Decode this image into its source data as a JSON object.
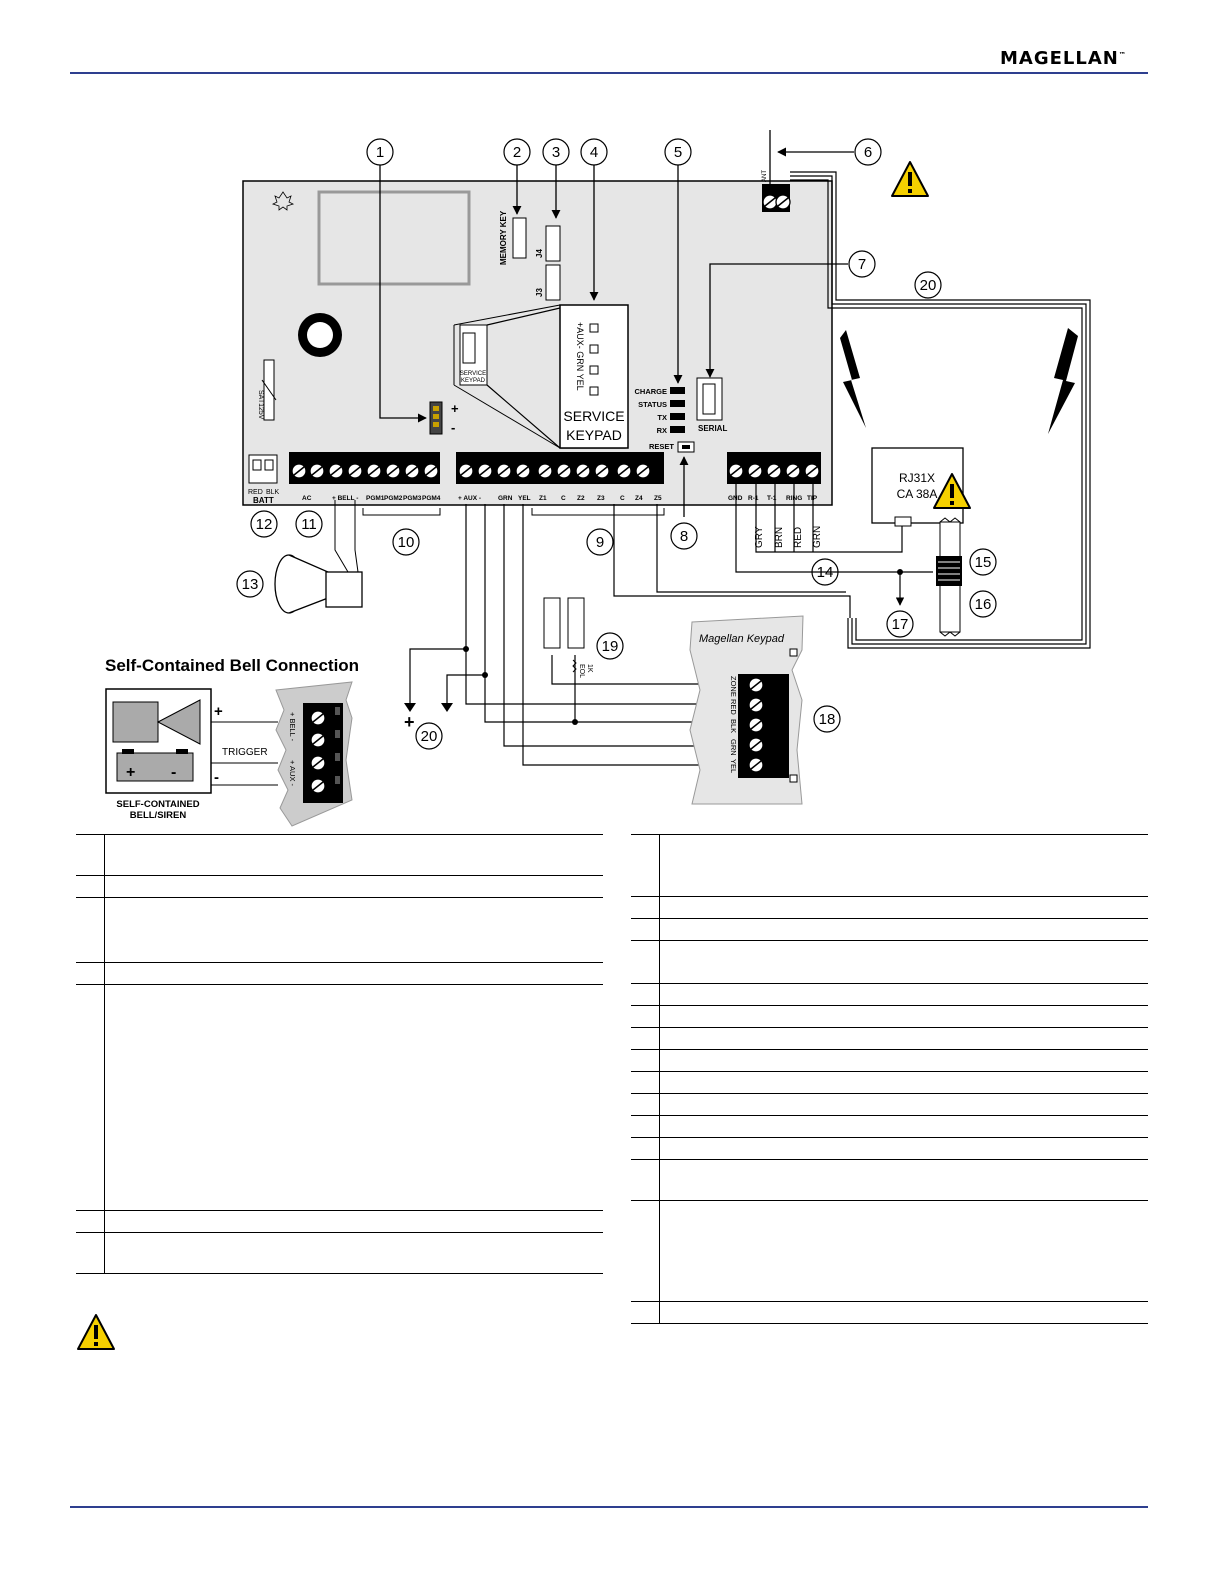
{
  "header": {
    "brand": "MAGELLAN"
  },
  "callouts": [
    "1",
    "2",
    "3",
    "4",
    "5",
    "6",
    "7",
    "8",
    "9",
    "10",
    "11",
    "12",
    "13",
    "14",
    "15",
    "16",
    "17",
    "18",
    "19",
    "20"
  ],
  "board": {
    "memory_key": "MEMORY KEY",
    "j4": "J4",
    "j3": "J3",
    "service_keypad_small": [
      "SERVICE",
      "KEYPAD"
    ],
    "service_keypad_large": [
      "SERVICE",
      "KEYPAD"
    ],
    "keypad_pins": "+AUX-   GRN  YEL",
    "leds": [
      "CHARGE",
      "STATUS",
      "TX",
      "RX"
    ],
    "reset": "RESET",
    "serial": "SERIAL",
    "ant": "ANT",
    "fuse": "SAT125V",
    "plus": "+",
    "minus": "-",
    "batt_wires": [
      "RED",
      "BLK"
    ],
    "batt": "BATT",
    "terminals_left": [
      "AC",
      "+  BELL  -",
      "PGM1",
      "PGM2",
      "PGM3",
      "PGM4"
    ],
    "terminals_mid": [
      "+ AUX -",
      "GRN",
      "YEL",
      "Z1",
      "C",
      "Z2",
      "Z3",
      "C",
      "Z4",
      "Z5"
    ],
    "terminals_right": [
      "GND",
      "R-1",
      "T-1",
      "RING",
      "TIP"
    ]
  },
  "telco": {
    "jack_line1": "RJ31X",
    "jack_line2": "CA 38A",
    "wire_colors": [
      "GRY",
      "BRN",
      "RED",
      "GRN"
    ]
  },
  "keypad": {
    "title": "Magellan  Keypad",
    "terminals": [
      "ZONE",
      "RED",
      "BLK",
      "GRN",
      "YEL"
    ],
    "eol": [
      "1K",
      "EOL"
    ]
  },
  "bell_section": {
    "title": "Self-Contained Bell Connection",
    "trigger": "TRIGGER",
    "plus": "+",
    "minus": "-",
    "device": [
      "SELF-CONTAINED",
      "BELL/SIREN"
    ],
    "bell_label": "+ BELL -",
    "aux_label": "+ AUX -"
  },
  "power": {
    "plus": "+",
    "minus": "-"
  },
  "colors": {
    "rule": "#2e3f8f",
    "warning": "#f5d000",
    "logo_red": "#c6262b",
    "logo_green": "#2f8f2f"
  }
}
